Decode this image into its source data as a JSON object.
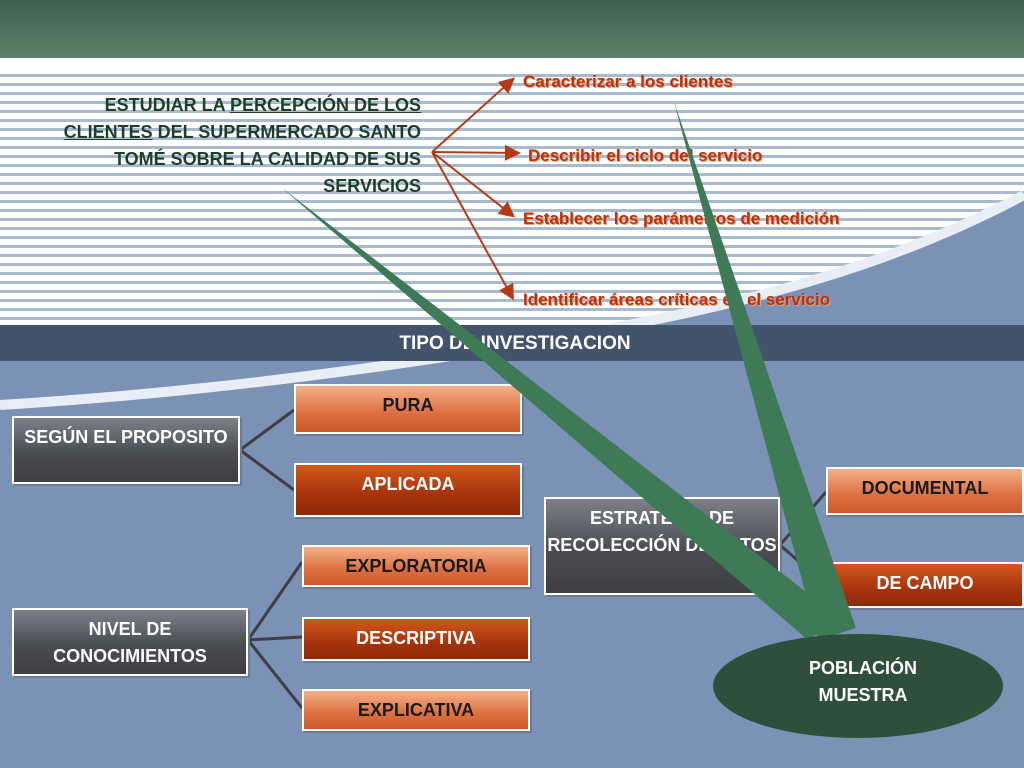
{
  "objective": {
    "part1": "ESTUDIAR LA ",
    "part2": "PERCEPCIÓN DE LOS CLIENTES",
    "part3": " DEL SUPERMERCADO SANTO TOMÉ SOBRE LA CALIDAD DE SUS SERVICIOS"
  },
  "specific_goals": [
    "Caracterizar a los clientes",
    "Describir el ciclo del servicio",
    "Establecer los parámetros de medición",
    "Identificar áreas críticas en el servicio"
  ],
  "band_title": "TIPO DE INVESTIGACION",
  "segun_proposito": {
    "label": "SEGÚN EL PROPOSITO",
    "options": [
      "PURA",
      "APLICADA"
    ]
  },
  "nivel_conocimientos": {
    "label": "NIVEL DE CONOCIMIENTOS",
    "options": [
      "EXPLORATORIA",
      "DESCRIPTIVA",
      "EXPLICATIVA"
    ]
  },
  "estrategia": {
    "label": "ESTRATEGIA DE RECOLECCIÓN DE DATOS",
    "options": [
      "DOCUMENTAL",
      "DE CAMPO"
    ]
  },
  "poblacion": "POBLACIÓN MUESTRA",
  "colors": {
    "accent_red": "#bf2f0c",
    "dark_green": "#2f4f3a",
    "spike_green": "#3d7a55",
    "band_blue": "#43536c"
  }
}
